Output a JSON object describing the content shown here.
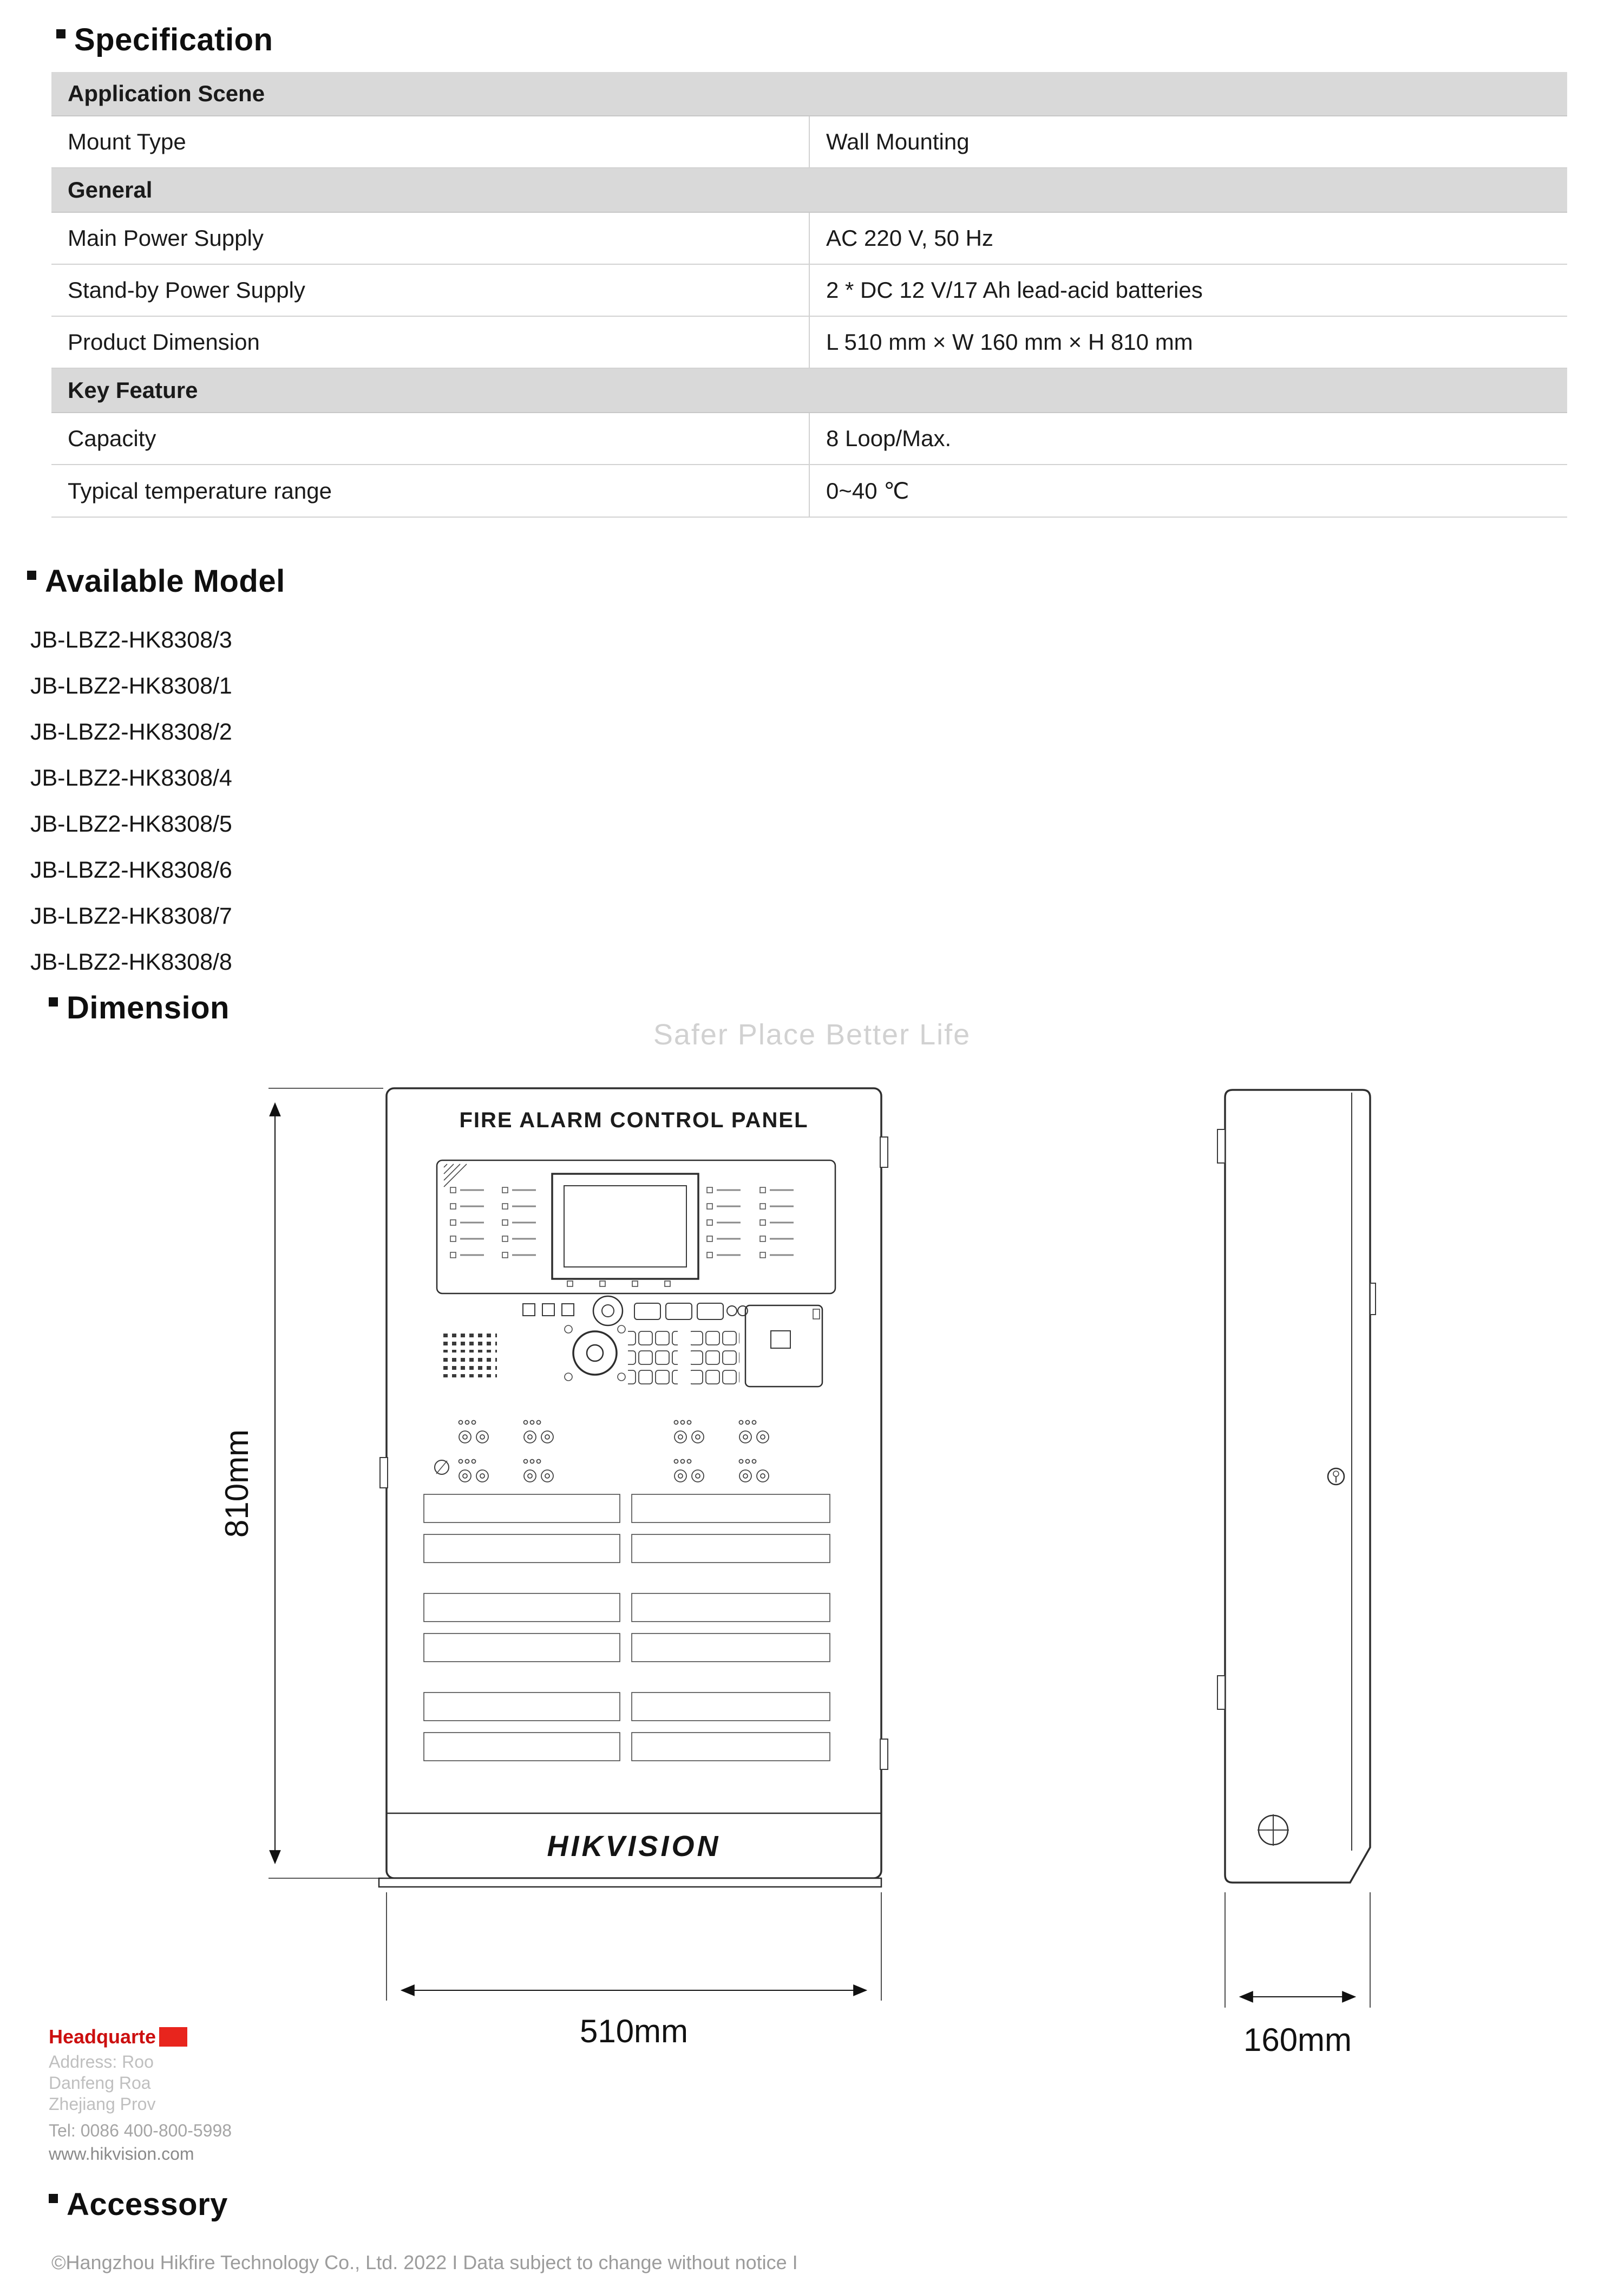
{
  "specification": {
    "title": "Specification",
    "rows": [
      {
        "type": "section",
        "label": "Application Scene",
        "value": ""
      },
      {
        "type": "data",
        "label": "Mount Type",
        "value": "Wall Mounting"
      },
      {
        "type": "section",
        "label": "General",
        "value": ""
      },
      {
        "type": "data",
        "label": "Main Power Supply",
        "value": "AC 220 V, 50 Hz"
      },
      {
        "type": "data",
        "label": "Stand-by Power Supply",
        "value": "2 * DC 12 V/17 Ah lead-acid batteries"
      },
      {
        "type": "data",
        "label": "Product Dimension",
        "value": "L 510 mm × W 160 mm × H 810 mm"
      },
      {
        "type": "section",
        "label": "Key Feature",
        "value": ""
      },
      {
        "type": "data",
        "label": "Capacity",
        "value": "8 Loop/Max."
      },
      {
        "type": "data",
        "label": "Typical temperature range",
        "value": "0~40 ℃"
      }
    ]
  },
  "available_model": {
    "title": "Available Model",
    "models": [
      "JB-LBZ2-HK8308/3",
      "JB-LBZ2-HK8308/1",
      "JB-LBZ2-HK8308/2",
      "JB-LBZ2-HK8308/4",
      "JB-LBZ2-HK8308/5",
      "JB-LBZ2-HK8308/6",
      "JB-LBZ2-HK8308/7",
      "JB-LBZ2-HK8308/8"
    ]
  },
  "dimension": {
    "title": "Dimension",
    "watermark": "Safer Place Better Life",
    "front_panel_title": "FIRE ALARM CONTROL PANEL",
    "brand": "HIKVISION",
    "height_label": "810mm",
    "width_label": "510mm",
    "depth_label": "160mm"
  },
  "contact": {
    "headquarters": "Headquarte",
    "line1": "Address: Roo",
    "line2": "Danfeng Roa",
    "line3": "Zhejiang Prov",
    "tel": "Tel: 0086 400-800-5998",
    "web": "www.hikvision.com"
  },
  "accessory": {
    "title": "Accessory"
  },
  "footer": {
    "note": "©Hangzhou Hikfire Technology Co., Ltd. 2022 I Data subject to change without notice I"
  },
  "colors": {
    "accent_red": "#e8251d",
    "table_header_bg": "#d9d9d9"
  }
}
